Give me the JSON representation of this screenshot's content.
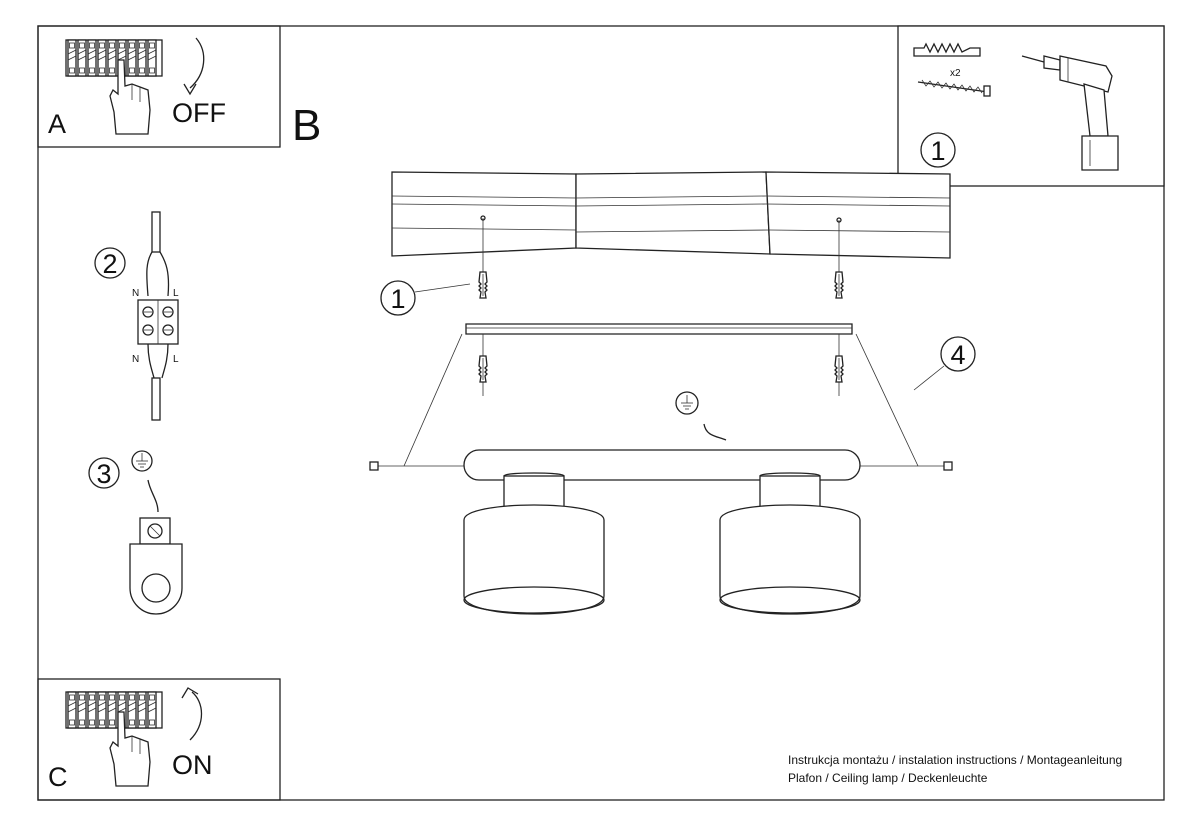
{
  "panels": {
    "a": {
      "letter": "A",
      "state": "OFF"
    },
    "c": {
      "letter": "C",
      "state": "ON"
    },
    "b": {
      "letter": "B"
    }
  },
  "tools": {
    "step": "1",
    "quantity": "x2"
  },
  "steps": {
    "wiring": "2",
    "ground": "3",
    "anchor": "1",
    "base": "4"
  },
  "wiring_labels": {
    "top_n": "N",
    "top_l": "L",
    "bottom_n": "N",
    "bottom_l": "L"
  },
  "footer": {
    "line1": "Instrukcja montażu / instalation instructions / Montageanleitung",
    "line2": "Plafon / Ceiling lamp / Deckenleuchte"
  },
  "icons": [
    "breaker-panel-icon",
    "hand-icon",
    "rotate-arrow-icon",
    "wall-plug-icon",
    "screw-icon",
    "drill-icon",
    "terminal-block-icon",
    "ground-symbol-icon",
    "ground-terminal-icon",
    "ceiling-lamp-icon"
  ]
}
